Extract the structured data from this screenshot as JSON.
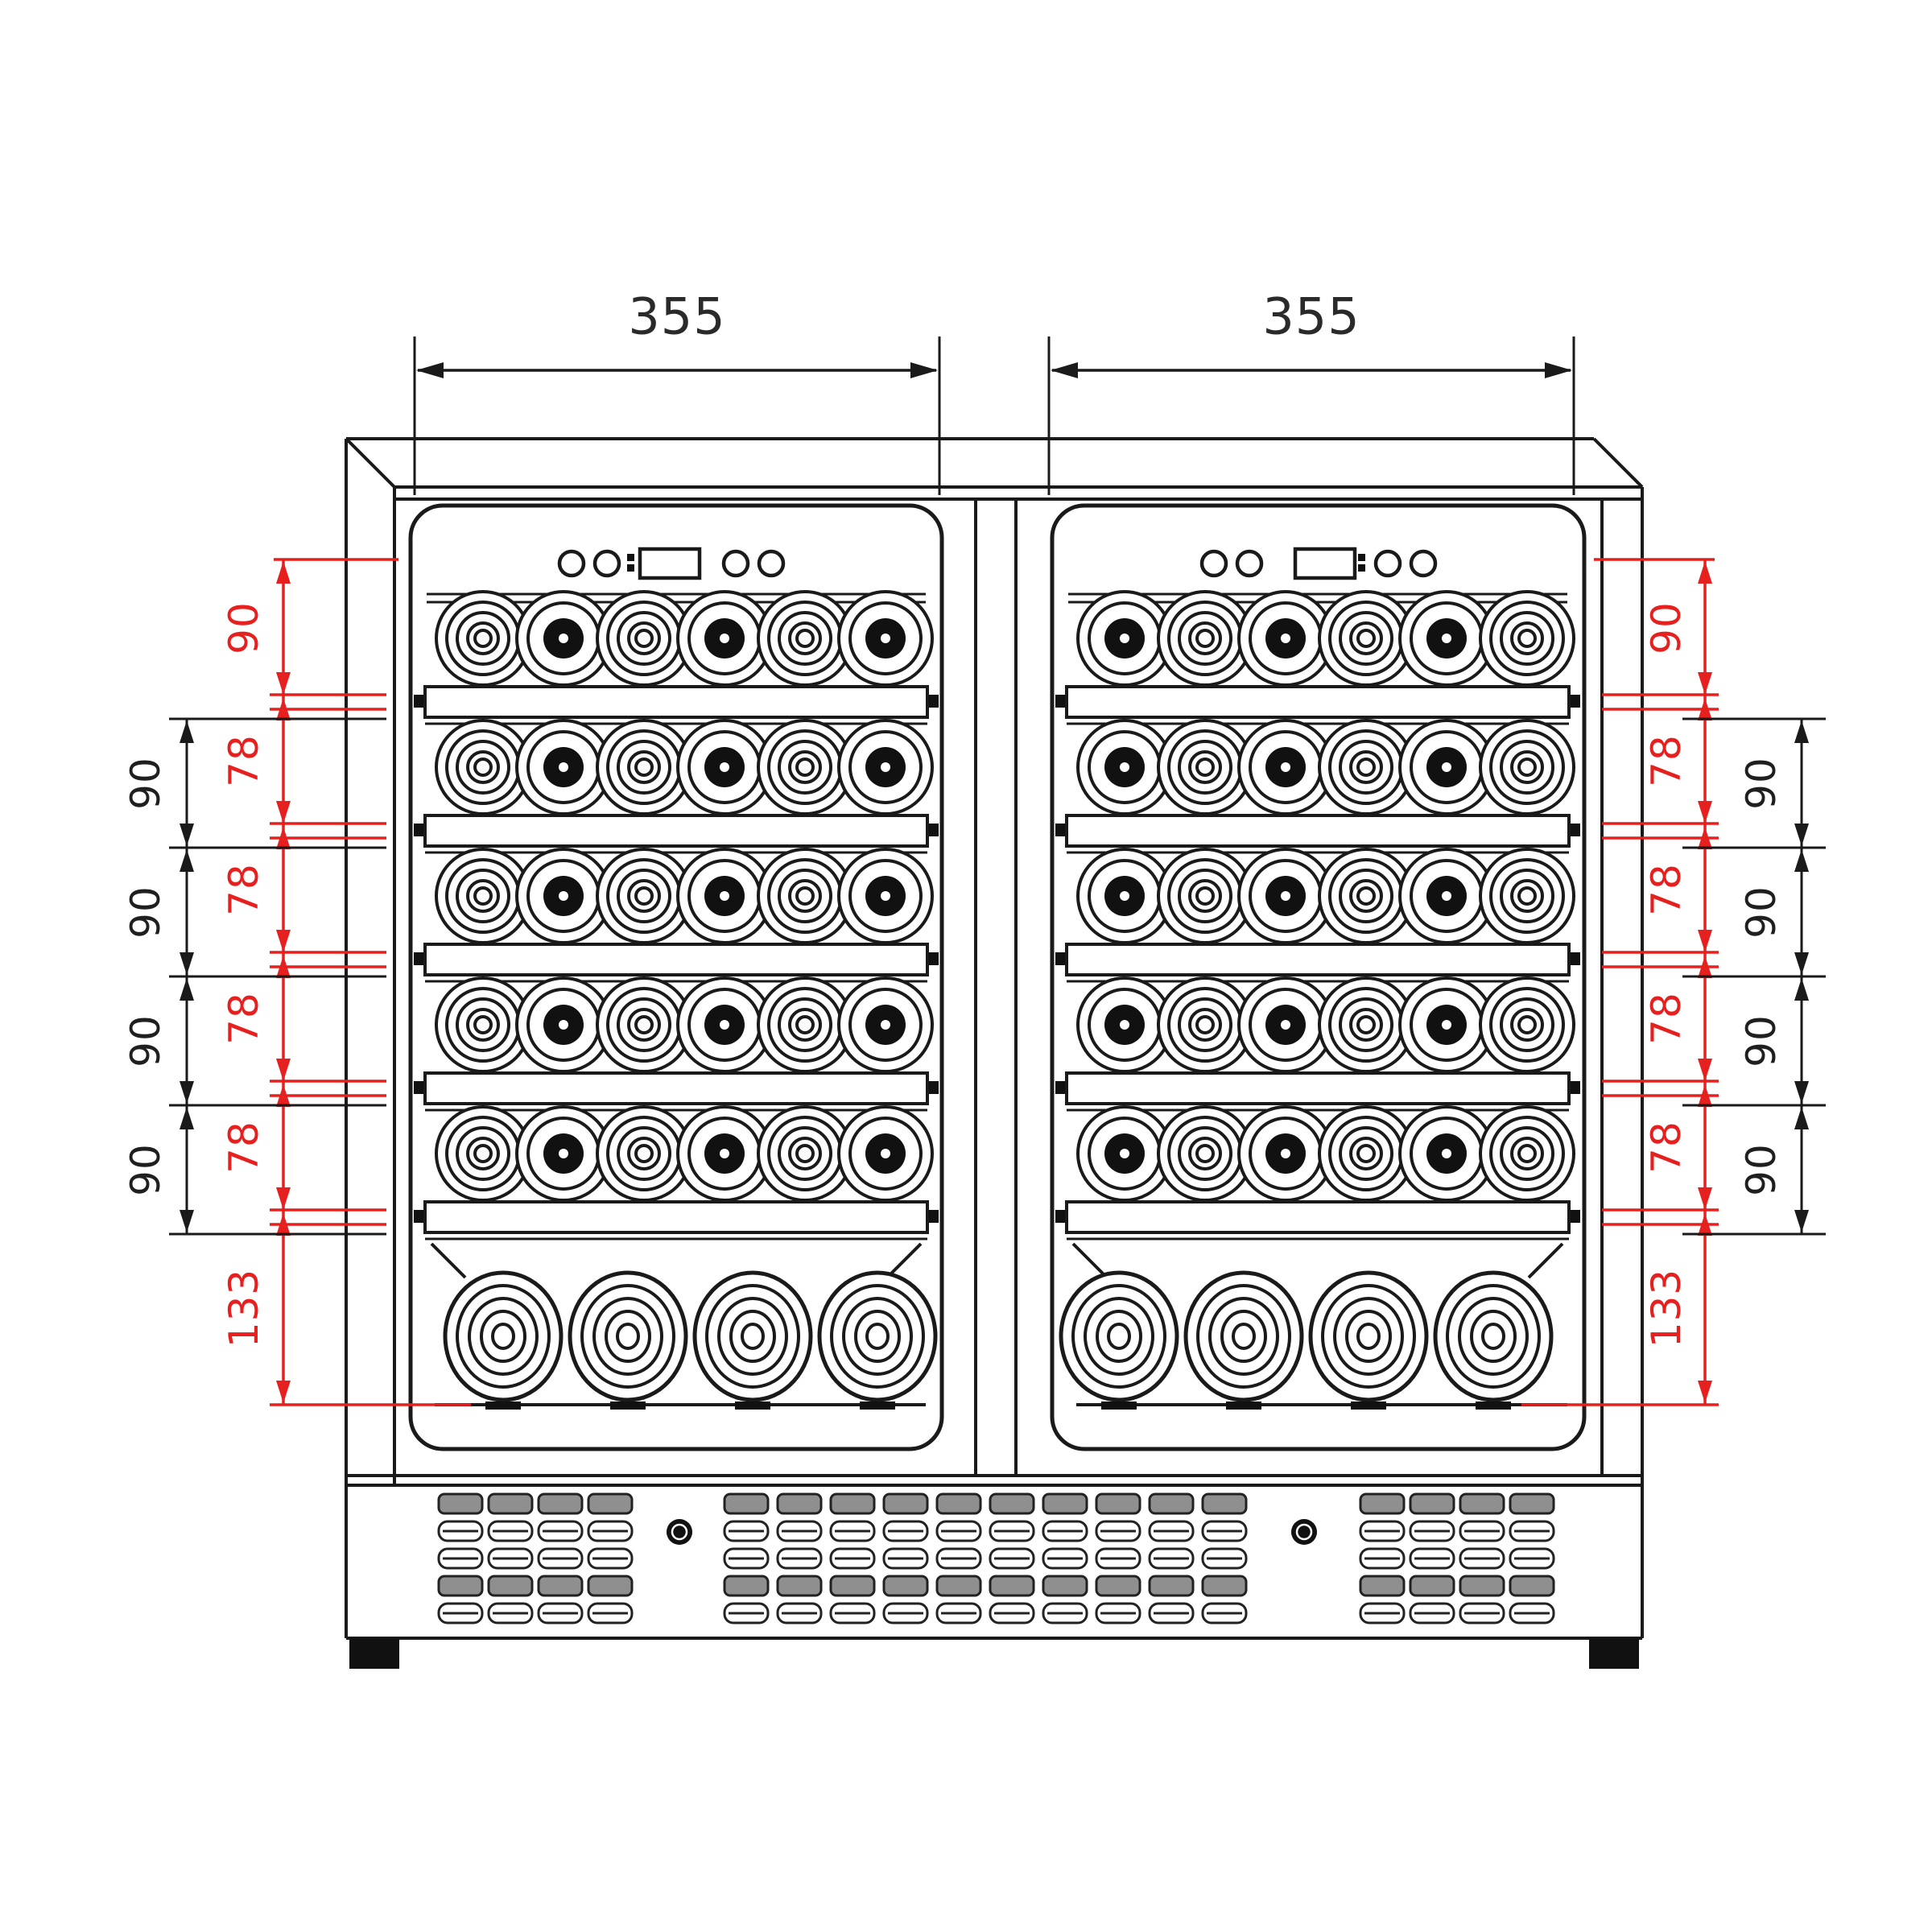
{
  "dims": {
    "top": [
      "355",
      "355"
    ],
    "left_red": [
      "90",
      "78",
      "78",
      "78",
      "78",
      "133"
    ],
    "left_black": [
      "90",
      "90",
      "90",
      "90"
    ],
    "right_red": [
      "90",
      "78",
      "78",
      "78",
      "78",
      "133"
    ],
    "right_black": [
      "90",
      "90",
      "90",
      "90"
    ]
  },
  "colors": {
    "dimension_accent": "#e6201e",
    "line": "#1a1a1a",
    "vent_fill": "#8f8f8f"
  },
  "structure": {
    "zones": [
      {
        "side": "left",
        "shelf_rows": 5,
        "bottles_per_row": 6,
        "bottle_pattern": [
          "A",
          "B",
          "A",
          "B",
          "A",
          "B"
        ],
        "big_bottles": 4
      },
      {
        "side": "right",
        "shelf_rows": 5,
        "bottles_per_row": 6,
        "bottle_pattern": [
          "B",
          "A",
          "B",
          "A",
          "B",
          "A"
        ],
        "big_bottles": 4
      }
    ],
    "vent_rows": 5,
    "locks": 2,
    "feet": 2,
    "controls_per_door": {
      "buttons": 4,
      "display": 1
    }
  },
  "icons": {
    "lock": "lock-icon",
    "display": "temperature-display-icon",
    "buttons": "control-button-icons"
  }
}
